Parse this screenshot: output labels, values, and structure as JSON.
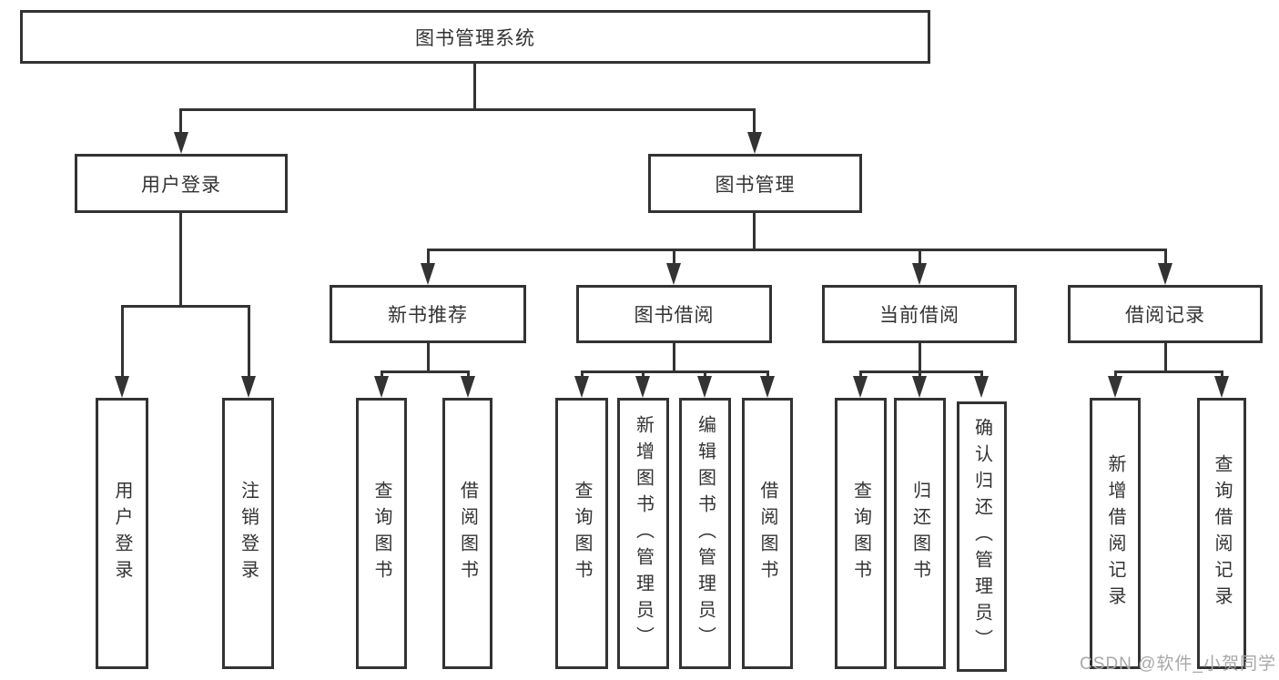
{
  "colors": {
    "line": "#333333",
    "text": "#333333",
    "watermark": "#a8a8a8",
    "background": "#ffffff"
  },
  "tree": {
    "label": "图书管理系统",
    "children": [
      {
        "label": "用户登录",
        "children": [
          {
            "label": "用户登录"
          },
          {
            "label": "注销登录"
          }
        ]
      },
      {
        "label": "图书管理",
        "children": [
          {
            "label": "新书推荐",
            "children": [
              {
                "label": "查询图书"
              },
              {
                "label": "借阅图书"
              }
            ]
          },
          {
            "label": "图书借阅",
            "children": [
              {
                "label": "查询图书"
              },
              {
                "label": "新增图书（管理员）"
              },
              {
                "label": "编辑图书（管理员）"
              },
              {
                "label": "借阅图书"
              }
            ]
          },
          {
            "label": "当前借阅",
            "children": [
              {
                "label": "查询图书"
              },
              {
                "label": "归还图书"
              },
              {
                "label": "确认归还（管理员）"
              }
            ]
          },
          {
            "label": "借阅记录",
            "children": [
              {
                "label": "新增借阅记录"
              },
              {
                "label": "查询借阅记录"
              }
            ]
          }
        ]
      }
    ]
  },
  "watermark": {
    "text": "CSDN @软件_小贺同学"
  }
}
